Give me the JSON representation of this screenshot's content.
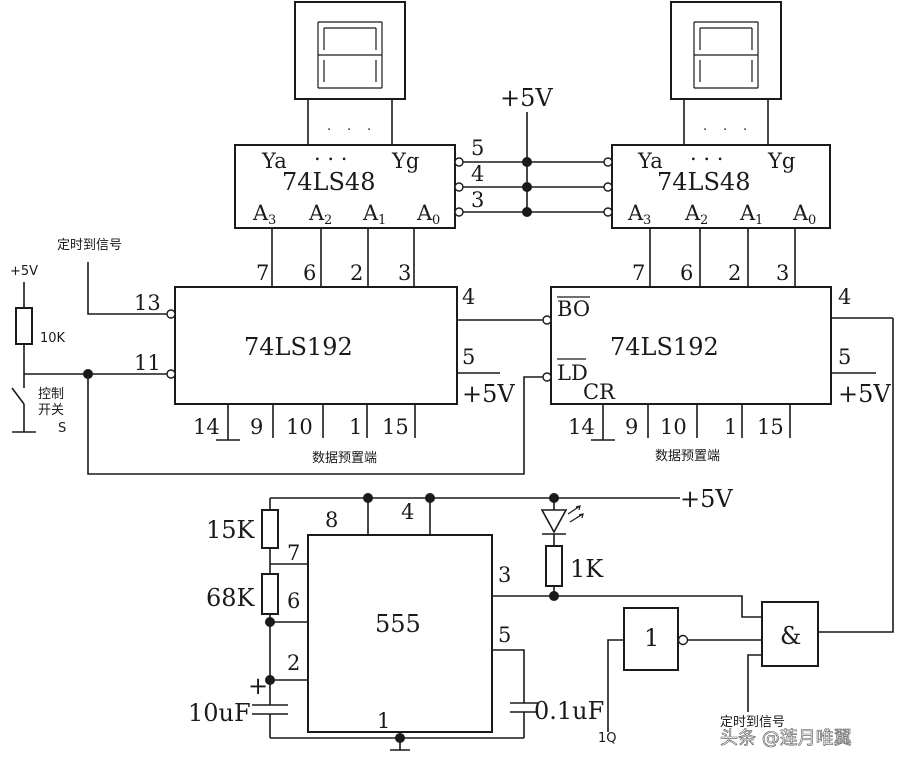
{
  "supply_top": "+5V",
  "decoder_left": {
    "chip": "74LS48",
    "out_a": "Ya",
    "out_g": "Yg",
    "dots": ". . .",
    "in_a3": "A",
    "in_a2": "A",
    "in_a1": "A",
    "in_a0": "A",
    "sub3": "3",
    "sub2": "2",
    "sub1": "1",
    "sub0": "0"
  },
  "decoder_right": {
    "chip": "74LS48",
    "out_a": "Ya",
    "out_g": "Yg",
    "dots": ". . .",
    "in_a3": "A",
    "in_a2": "A",
    "in_a1": "A",
    "in_a0": "A",
    "sub3": "3",
    "sub2": "2",
    "sub1": "1",
    "sub0": "0"
  },
  "decoder_pins": {
    "p5": "5",
    "p4": "4",
    "p3": "3"
  },
  "counter_left": {
    "chip": "74LS192",
    "top_pins": [
      "7",
      "6",
      "2",
      "3"
    ],
    "pin4": "4",
    "pin5": "5",
    "pin13": "13",
    "pin11": "11",
    "bottom_pins": [
      "14",
      "9",
      "10",
      "1",
      "15"
    ],
    "vcc": "+5V",
    "preset_label": "数据预置端"
  },
  "counter_right": {
    "chip": "74LS192",
    "top_pins": [
      "7",
      "6",
      "2",
      "3"
    ],
    "bo": "BO",
    "ld": "LD",
    "cr": "CR",
    "pin4": "4",
    "pin5": "5",
    "bottom_pins": [
      "14",
      "9",
      "10",
      "1",
      "15"
    ],
    "vcc": "+5V",
    "preset_label": "数据预置端"
  },
  "timer_signal_left": "定时到信号",
  "switch_section": {
    "vcc": "+5V",
    "resistor": "10K",
    "label_line1": "控制",
    "label_line2": "开关",
    "label_line3": "S"
  },
  "timer555": {
    "chip": "555",
    "pin8": "8",
    "pin4": "4",
    "pin7": "7",
    "pin6": "6",
    "pin2": "2",
    "pin3": "3",
    "pin5": "5",
    "pin1": "1",
    "r1": "15K",
    "r2": "68K",
    "c1": "10uF",
    "c1_plus": "+",
    "c2": "0.1uF",
    "vcc": "+5V",
    "led_resistor": "1K"
  },
  "logic": {
    "inverter": "1",
    "and_gate": "&",
    "inverter_input": "1Q",
    "timer_signal_bottom": "定时到信号"
  },
  "watermark": "头条 @莲月唯翼"
}
